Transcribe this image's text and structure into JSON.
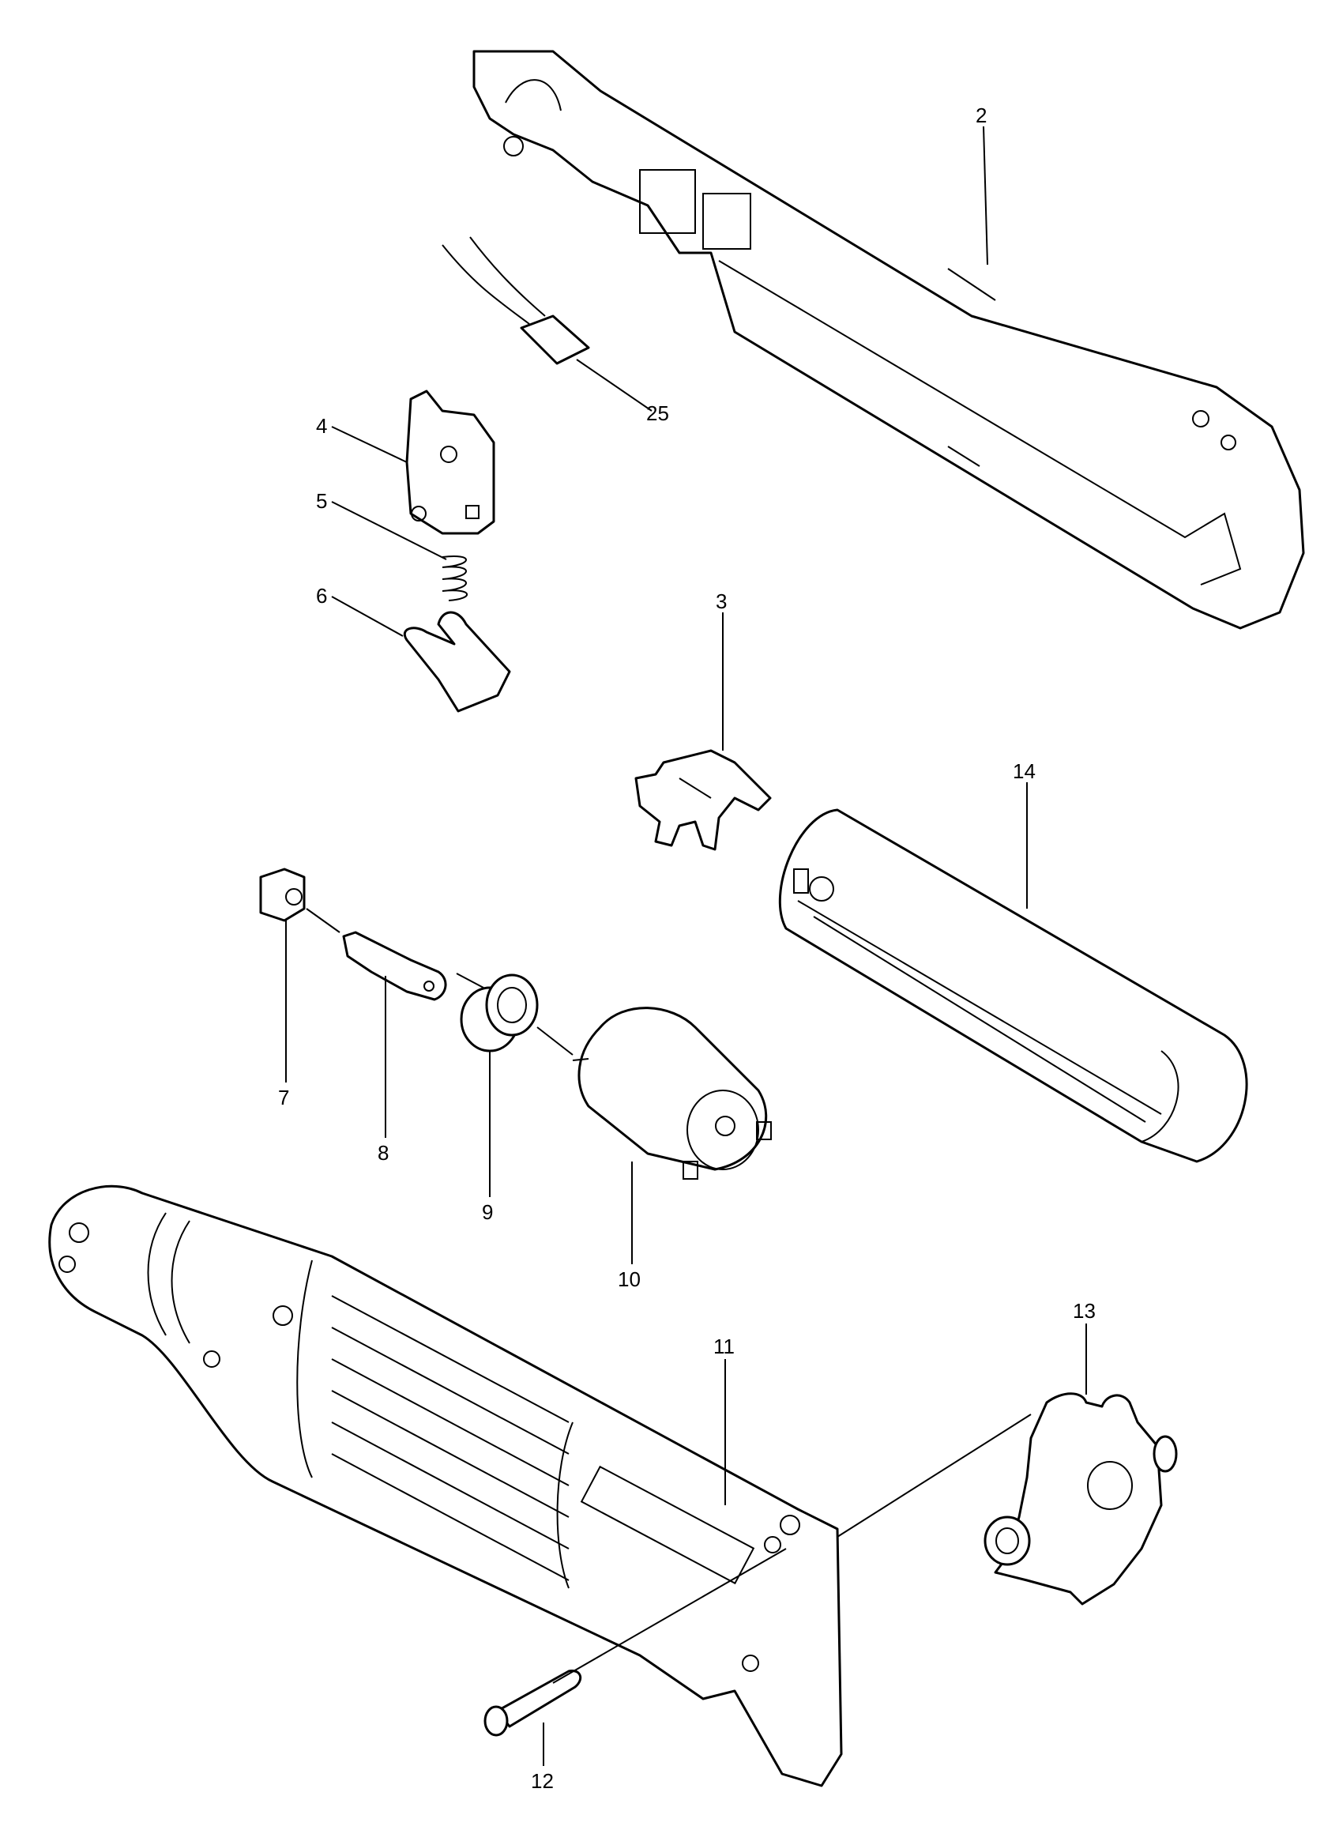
{
  "callouts": {
    "c2": "2",
    "c3": "3",
    "c4": "4",
    "c5": "5",
    "c6": "6",
    "c7": "7",
    "c8": "8",
    "c9": "9",
    "c10": "10",
    "c11": "11",
    "c12": "12",
    "c13": "13",
    "c14": "14",
    "c25": "25"
  }
}
